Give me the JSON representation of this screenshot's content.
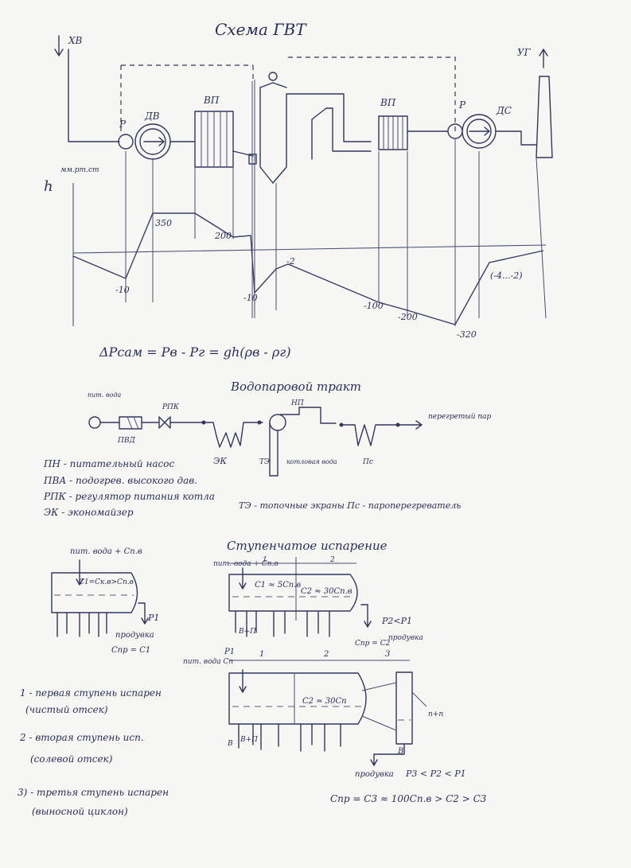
{
  "gvt": {
    "title": "Схема ГВТ",
    "labels": {
      "cold_air": "ХВ",
      "flue_gas": "УГ",
      "regulator_left": "Р",
      "fan": "ДВ",
      "air_heater_left": "ВП",
      "air_heater_right": "ВП",
      "regulator_right": "Р",
      "smoke_exhauster": "ДС",
      "h_axis": "h",
      "h_unit": "мм.рт.ст"
    },
    "points": [
      "-10",
      "350",
      "200",
      "-10",
      "-2",
      "-100",
      "-200",
      "-320",
      "(-4...-2)"
    ],
    "formula": "ΔPсам = Pв - Pг = gh(ρв - ρг)"
  },
  "water_steam": {
    "title": "Водопаровой тракт",
    "labels": {
      "feed_water": "пит. вода",
      "pvd": "ПВД",
      "rpk": "РПК",
      "ek": "ЭК",
      "te": "ТЭ",
      "np": "НП",
      "boiler_water": "котловая вода",
      "ps": "Пс",
      "superheated_steam": "перегретый пар"
    },
    "legend": [
      "ПН - питательный насос",
      "ПВА - подогрев. высокого дав.",
      "РПК - регулятор питания котла",
      "ЭК - экономайзер"
    ],
    "legend_right": "ТЭ - топочные экраны   Пс - пароперегреватель"
  },
  "staged": {
    "title": "Ступенчатое испарение",
    "single": {
      "feed": "пит. вода + Cп.в",
      "conc": "C1=Cк.в>Cп.в",
      "p": "P1",
      "blowdown": "продувка",
      "cpr": "Cпр = C1"
    },
    "two_stage": {
      "feed": "пит. вода + Cп.в",
      "sec1": "1",
      "sec2": "2",
      "c1": "C1 ≈ 5Cп.в",
      "c2": "C2 ≈ 30Cп.в",
      "p": "P2<P1",
      "blowdown": "продувка",
      "cpr": "Cпр = C2",
      "bp": "В+П",
      "p1": "P1"
    },
    "three_stage": {
      "feed": "пит. вода Cп",
      "sec1": "1",
      "sec2": "2",
      "sec3": "3",
      "c2": "C2 ≈ 30Cп",
      "pp": "п+п",
      "b_left": "В",
      "bp_left": "В+П",
      "b_right": "В",
      "blowdown": "продувка",
      "p": "P3 < P2 < P1",
      "formula": "Cпр = C3 ≈ 100Cп.в > C2 > C3"
    },
    "notes": [
      "1 - первая ступень испарен",
      "(чистый отсек)",
      "2 - вторая ступень исп.",
      "(солевой отсек)",
      "3) - третья ступень испарен",
      "(выносной циклон)"
    ]
  }
}
